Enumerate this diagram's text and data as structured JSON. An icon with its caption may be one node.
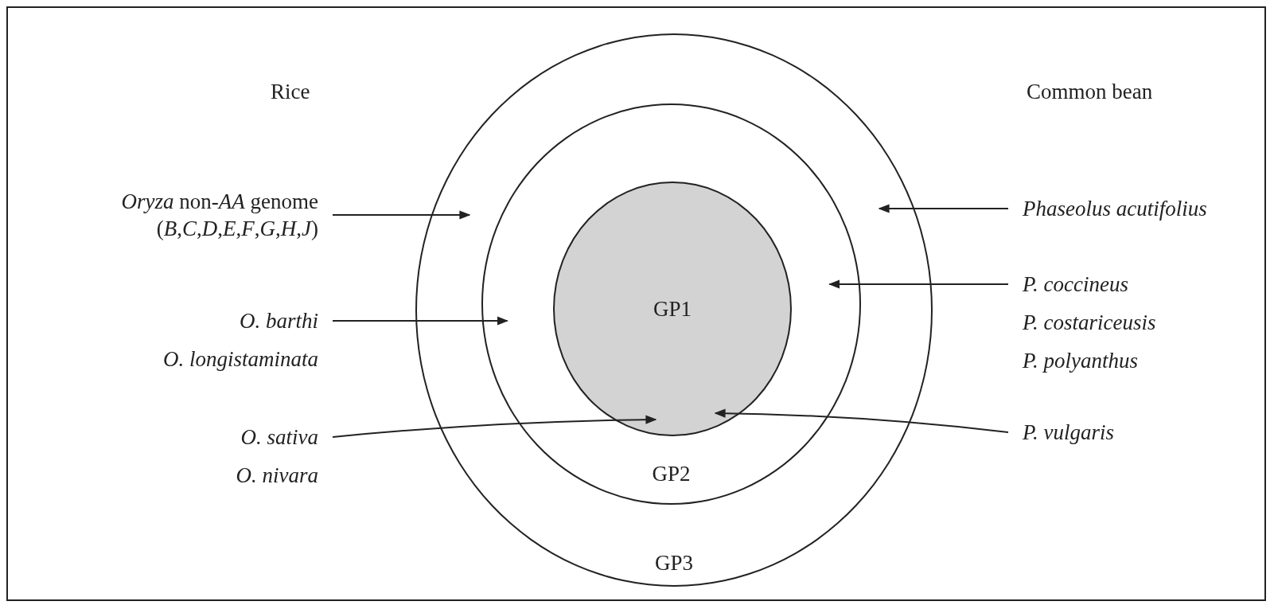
{
  "diagram": {
    "nodes": [
      {
        "text": [
          "GP3"
        ]
      },
      {
        "text": [
          "GP2"
        ],
        "in": 0
      },
      {
        "text": [
          "GP1"
        ],
        "in": 1
      },
      {
        "text": [
          "*Oryza* non-*AA* genome (*B*,*C*,*D*,*E*,*F*,*G*,*H*,*J*)"
        ]
      },
      {
        "text": [
          "O. barthi",
          "O. longistaminata"
        ]
      },
      {
        "text": [
          "O. sativa",
          "O. nivara"
        ]
      },
      {
        "text": [
          "Phaseolus acutifolius"
        ]
      },
      {
        "text": [
          "P. coccineus",
          "P. costariceusis",
          "P. polyanthus"
        ]
      },
      {
        "text": [
          "P. vulgaris"
        ]
      }
    ],
    "edges": [
      {
        "from": 3,
        "to": 0,
        "arrow": "to"
      },
      {
        "from": 4,
        "to": 1,
        "arrow": "to"
      },
      {
        "from": 5,
        "to": 2,
        "arrow": "to"
      },
      {
        "from": 6,
        "to": 0,
        "arrow": "to"
      },
      {
        "from": 7,
        "to": 1,
        "arrow": "to"
      },
      {
        "from": 8,
        "to": 2,
        "arrow": "to"
      }
    ],
    "labels": [
      "Rice",
      "Common bean"
    ]
  }
}
